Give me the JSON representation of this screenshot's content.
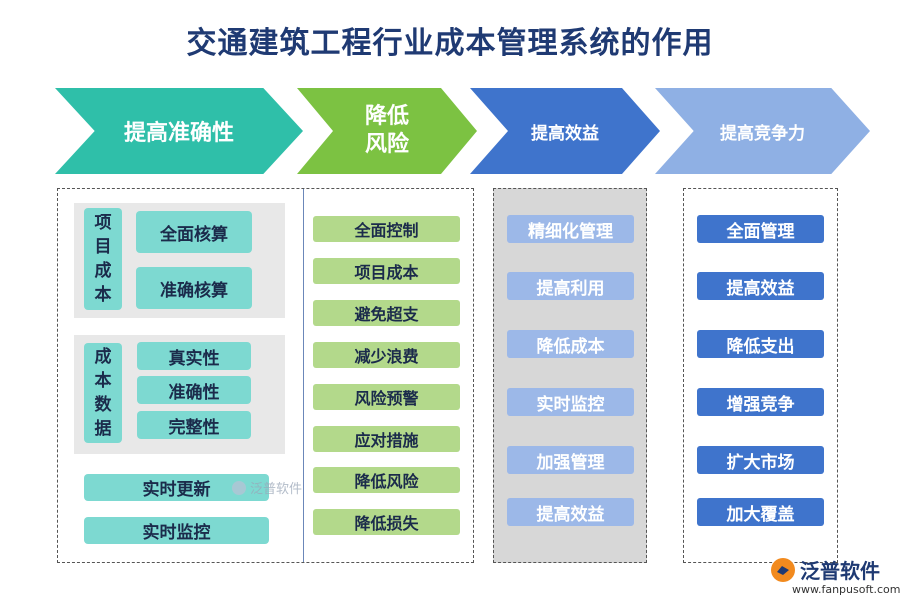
{
  "title": "交通建筑工程行业成本管理系统的作用",
  "chevrons": [
    {
      "label": "提高准确性",
      "color": "#2fbfa9"
    },
    {
      "label_line1": "降低",
      "label_line2": "风险",
      "color": "#7cc242"
    },
    {
      "label": "提高效益",
      "color": "#3f74cc"
    },
    {
      "label": "提高竞争力",
      "color": "#8fb0e4"
    }
  ],
  "accuracy": {
    "group1": {
      "label": [
        "项",
        "目",
        "成",
        "本"
      ],
      "items": [
        "全面核算",
        "准确核算"
      ]
    },
    "group2": {
      "label": [
        "成",
        "本",
        "数",
        "据"
      ],
      "items": [
        "真实性",
        "准确性",
        "完整性"
      ]
    },
    "extra": [
      "实时更新",
      "实时监控"
    ]
  },
  "risk": [
    "全面控制",
    "项目成本",
    "避免超支",
    "减少浪费",
    "风险预警",
    "应对措施",
    "降低风险",
    "降低损失"
  ],
  "benefit": [
    "精细化管理",
    "提高利用",
    "降低成本",
    "实时监控",
    "加强管理",
    "提高效益"
  ],
  "competitiveness": [
    "全面管理",
    "提高效益",
    "降低支出",
    "增强竞争",
    "扩大市场",
    "加大覆盖"
  ],
  "watermark": "泛普软件",
  "logo": {
    "text": "泛普软件",
    "site": "www.fanpusoft.com"
  }
}
